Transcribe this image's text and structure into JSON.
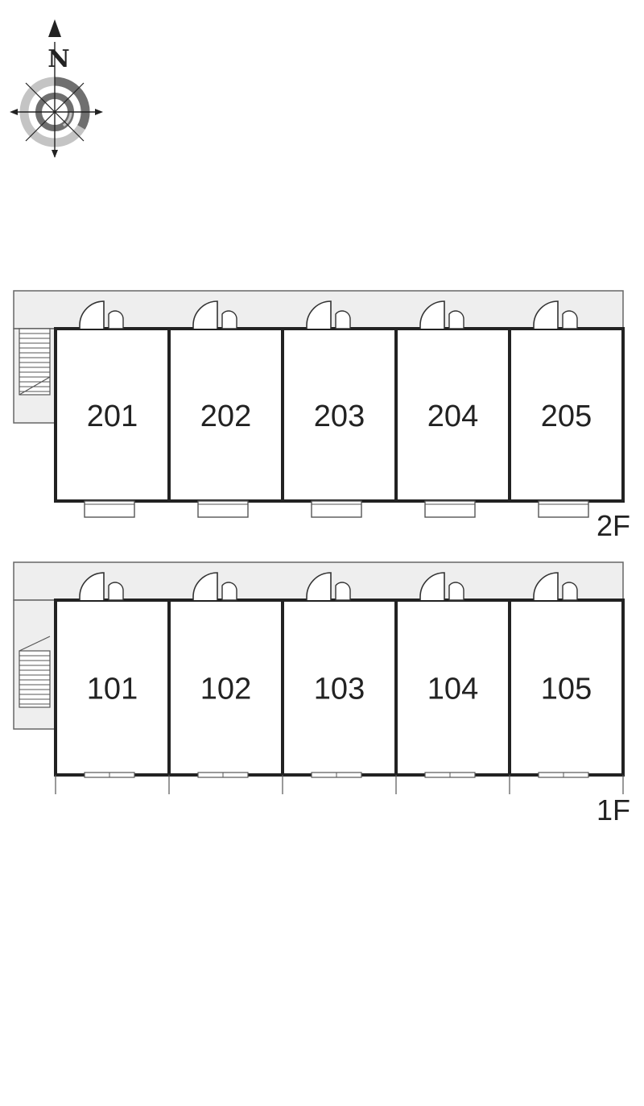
{
  "compass": {
    "label": "N",
    "icon": "compass-rose-icon"
  },
  "floors": [
    {
      "id": "2F",
      "label": "2F",
      "units": [
        "201",
        "202",
        "203",
        "204",
        "205"
      ]
    },
    {
      "id": "1F",
      "label": "1F",
      "units": [
        "101",
        "102",
        "103",
        "104",
        "105"
      ]
    }
  ],
  "colors": {
    "wall": "#222222",
    "corridor": "#eeeeee",
    "ring_light": "#c4c4c4",
    "ring_dark": "#6f6f6f"
  }
}
